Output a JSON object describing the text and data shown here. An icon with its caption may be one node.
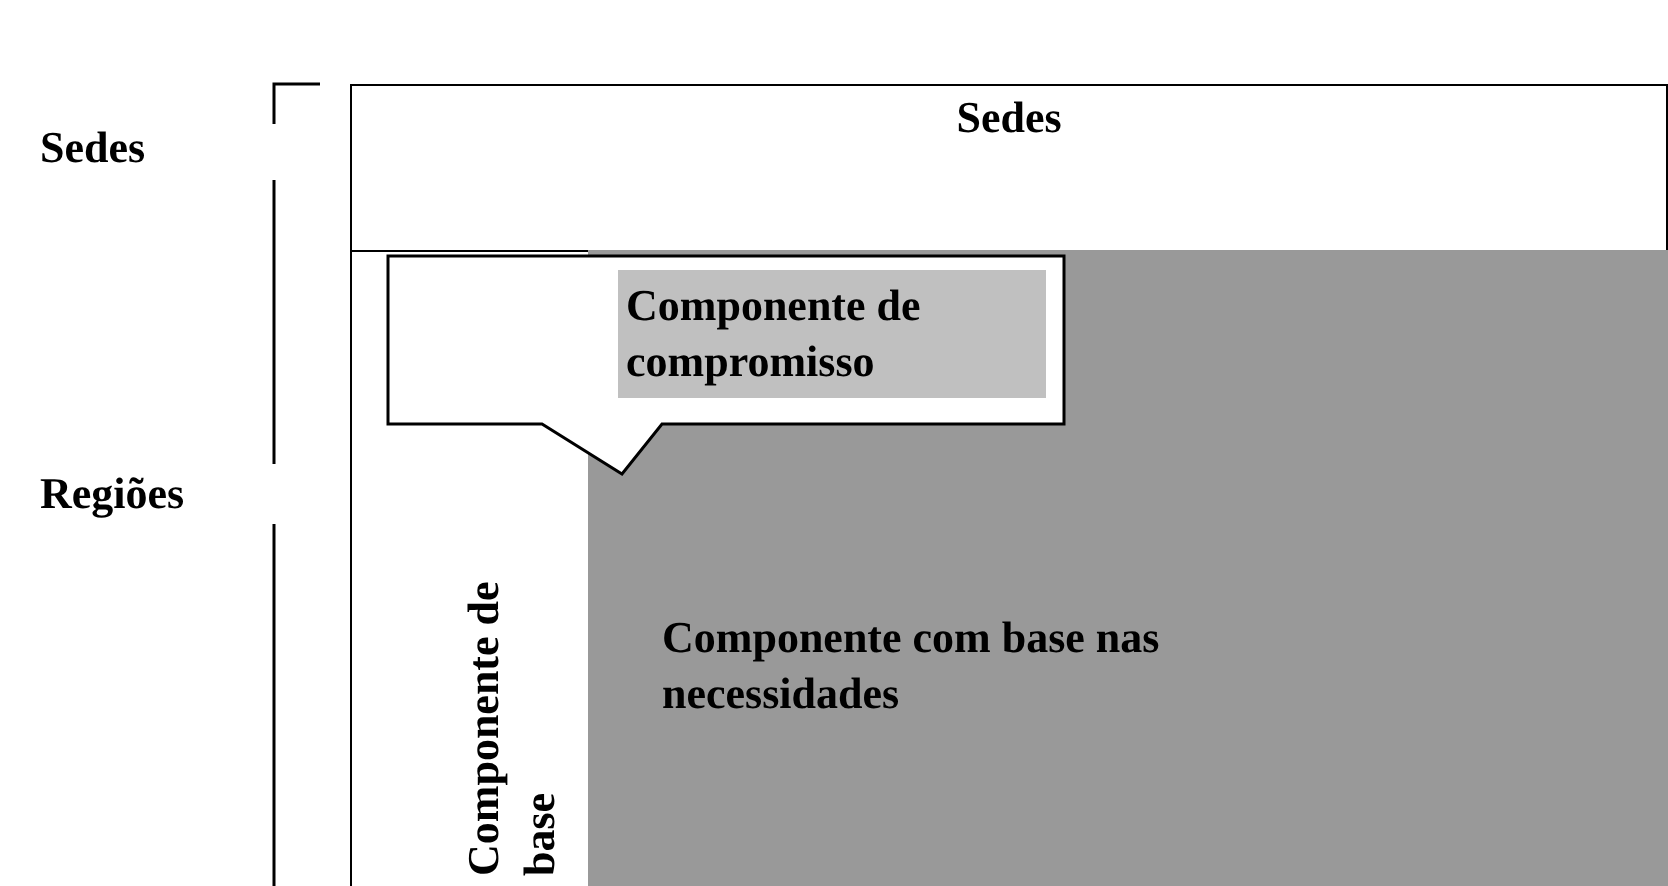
{
  "diagram": {
    "nodes": [
      {
        "text": [
          "Sedes"
        ]
      },
      {
        "text": [
          "Componente de base"
        ]
      },
      {
        "text": [
          "Componente com base nas necessidades"
        ],
        "in": 1
      },
      {
        "text": [
          "Componente de compromisso"
        ],
        "in": 1
      }
    ],
    "edges": [],
    "labels": [
      "Sedes",
      "Regiões"
    ]
  }
}
